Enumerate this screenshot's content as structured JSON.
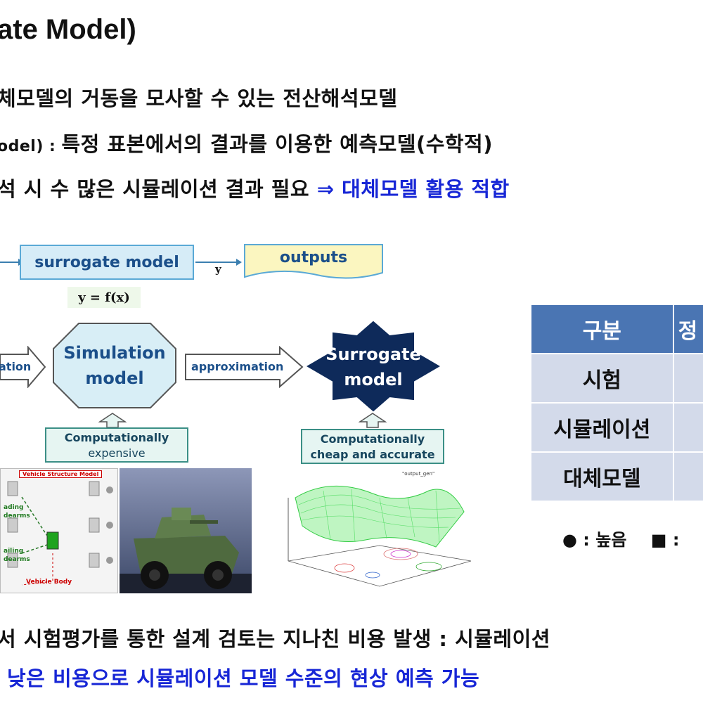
{
  "slide": {
    "title": "ate Model)",
    "bullets": [
      {
        "text": "체모델의 거동을 모사할 수 있는 전산해석모델"
      },
      {
        "prefix": "odel) : ",
        "text": "특정 표본에서의 결과를 이용한 예측모델(수학적)"
      },
      {
        "text": "석 시 수 많은 시뮬레이션 결과 필요 ",
        "highlight": "⇒ 대체모델 활용 적합"
      }
    ],
    "bottom_line_1": "서 시험평가를 통한 설계 검토는 지나친 비용 발생 : 시뮬레이션",
    "bottom_line_2": "낮은 비용으로 시뮬레이션 모델 수준의 현상 예측 가능"
  },
  "diagram": {
    "surrogate_box": "surrogate model",
    "equation": "y = f(x)",
    "y_label": "y",
    "outputs_box": "outputs",
    "left_arrow_label": "ation",
    "simulation_model": [
      "Simulation",
      "model"
    ],
    "approximation_label": "approximation",
    "surrogate_star": [
      "Surrogate",
      "model"
    ],
    "note_expensive": [
      "Computationally",
      "expensive"
    ],
    "note_cheap": [
      "Computationally",
      "cheap and accurate"
    ]
  },
  "images": {
    "vehicle_model_title": "Vehicle Structure Model",
    "vehicle_labels": [
      "ading",
      "dearms",
      "ailing",
      "dearms",
      "Vehicle Body"
    ],
    "plot_title": "\"output_gen\""
  },
  "table": {
    "header": [
      "구분",
      "정"
    ],
    "rows": [
      "시험",
      "시뮬레이션",
      "대체모델"
    ]
  },
  "legend": {
    "high": "● : 높음",
    "square": "■ :"
  },
  "colors": {
    "highlight_blue": "#1726d6",
    "table_header": "#4a75b3",
    "table_body": "#d3daea",
    "star_fill": "#0e2a5a"
  }
}
